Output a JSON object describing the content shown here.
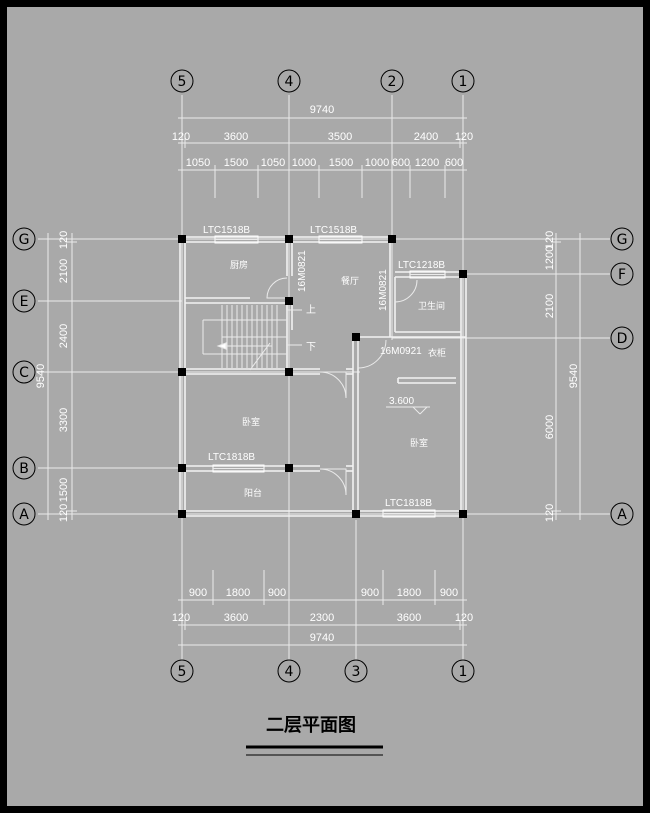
{
  "title": "二层平面图",
  "colors": {
    "background": "#a9a9a9",
    "frame": "#000000",
    "lines": "#ffffff"
  },
  "axes": {
    "top": [
      "5",
      "4",
      "2",
      "1"
    ],
    "bottom": [
      "5",
      "4",
      "3",
      "1"
    ],
    "left": [
      "G",
      "E",
      "C",
      "B",
      "A"
    ],
    "right": [
      "G",
      "F",
      "D",
      "A"
    ]
  },
  "top_dims": {
    "overall": "9740",
    "row2": [
      "120",
      "3600",
      "3500",
      "2400",
      "120"
    ],
    "row3": [
      "1050",
      "1500",
      "1050",
      "1000",
      "1500",
      "1000",
      "600",
      "1200",
      "600"
    ]
  },
  "bottom_dims": {
    "row1": [
      "900",
      "1800",
      "900",
      "900",
      "1800",
      "900"
    ],
    "row2": [
      "120",
      "3600",
      "2300",
      "3600",
      "120"
    ],
    "overall": "9740"
  },
  "left_dims": {
    "segments": [
      "120",
      "2100",
      "2400",
      "3300",
      "1500",
      "120"
    ],
    "overall": "9540"
  },
  "right_dims": {
    "segments": [
      "120",
      "1200",
      "2100",
      "6000",
      "120"
    ],
    "overall": "9540"
  },
  "rooms": {
    "kitchen": "厨房",
    "dining": "餐厅",
    "bathroom": "卫生间",
    "wardrobe": "衣柜",
    "bedroom_left": "卧室",
    "bedroom_right": "卧室",
    "balcony": "阳台"
  },
  "windows": {
    "kitchen": "LTC1518B",
    "dining": "LTC1518B",
    "bathroom": "LTC1218B",
    "bedroom_left": "LTC1818B",
    "bedroom_right": "LTC1818B"
  },
  "doors": {
    "kitchen": "16M0821",
    "bathroom": "16M0821",
    "bedroom": "16M0921"
  },
  "stair": {
    "up": "上",
    "down": "下"
  },
  "elevation": "3.600"
}
